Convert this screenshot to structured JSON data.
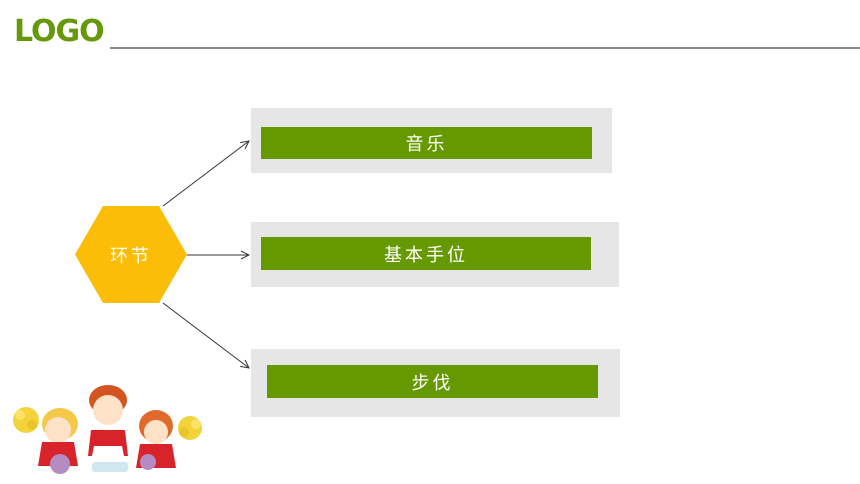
{
  "header": {
    "logo": "LOGO"
  },
  "diagram": {
    "center_label": "环节",
    "items": [
      {
        "label": "音乐"
      },
      {
        "label": "基本手位"
      },
      {
        "label": "步伐"
      }
    ]
  },
  "colors": {
    "accent_green": "#669900",
    "hexagon": "#fbbd08",
    "panel": "#e6e6e6",
    "rule": "#8c8c8c"
  },
  "icons": [
    "arrow-icon",
    "cheerleader-kids-illustration"
  ]
}
